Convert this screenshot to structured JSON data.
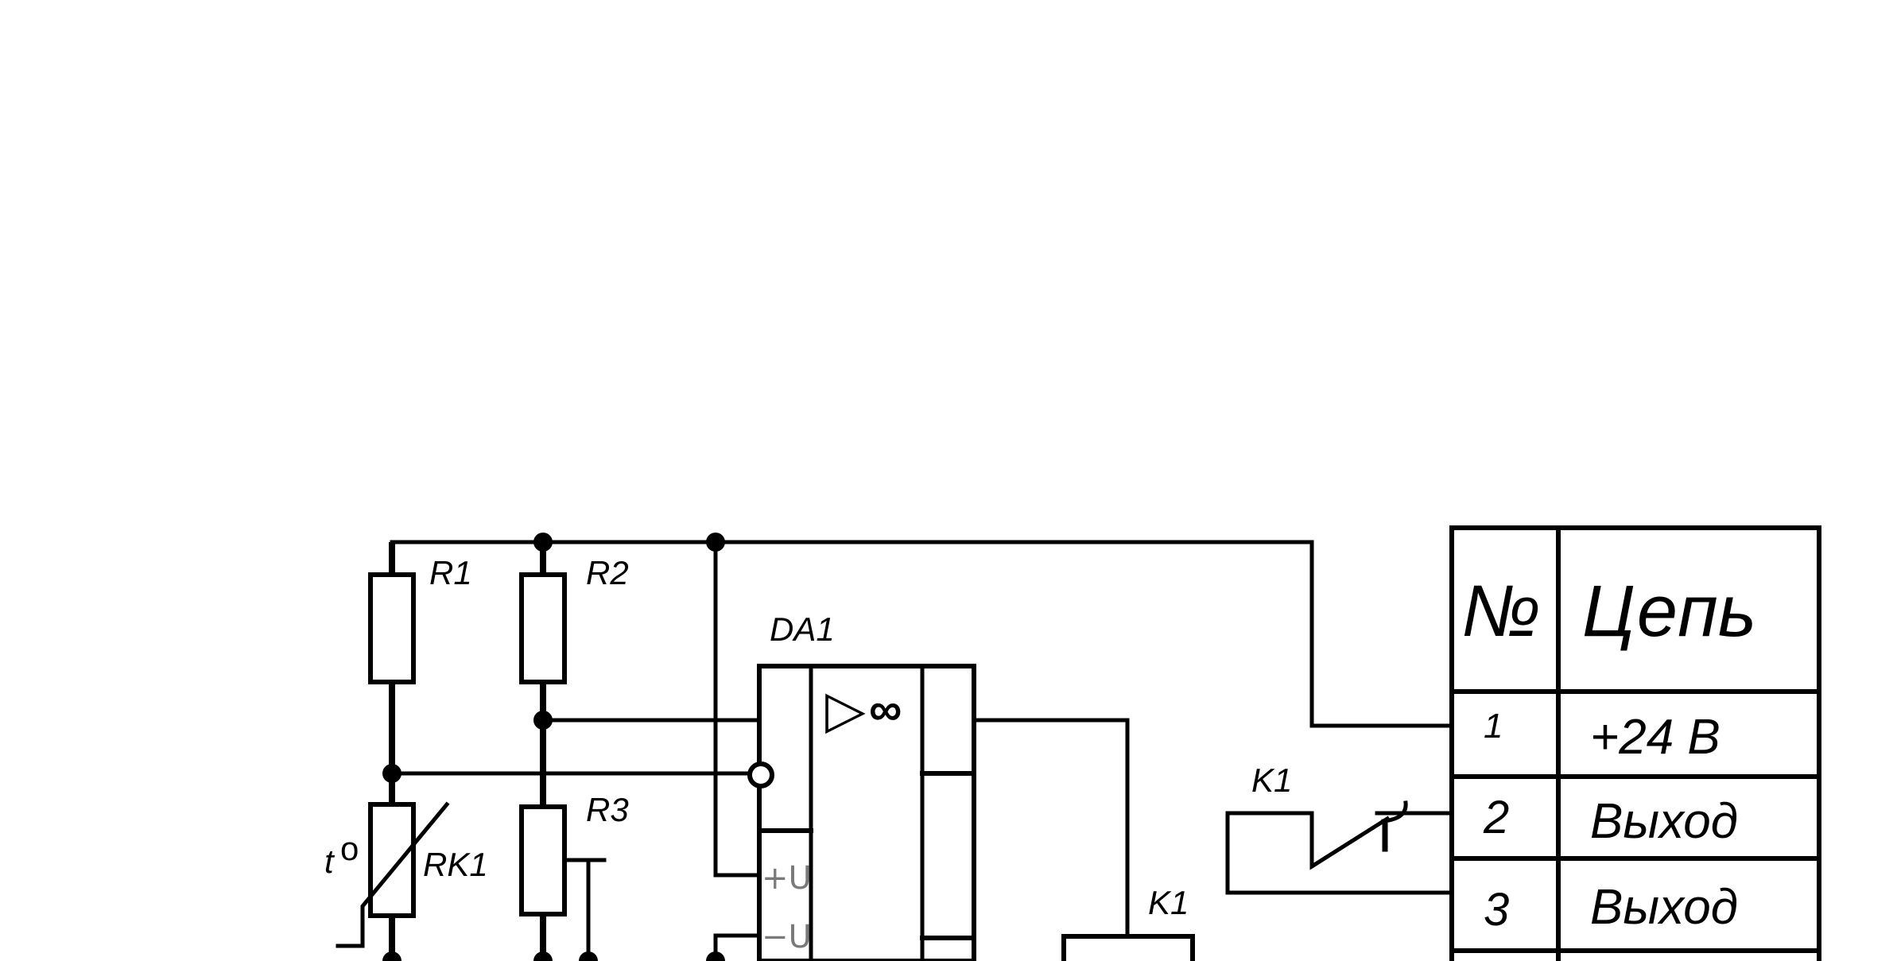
{
  "components": {
    "R1": "R1",
    "R2": "R2",
    "R3": "R3",
    "RK1": "RK1",
    "thermistor_mark": "t",
    "thermistor_degree": "o",
    "DA1": "DA1",
    "K1_coil": "K1",
    "K1_contact": "K1"
  },
  "opamp": {
    "symbol": "▷",
    "gain": "∞",
    "pin_plus_u": "+U",
    "pin_minus_u": "−U"
  },
  "connector_table": {
    "headers": {
      "number": "№",
      "circuit": "Цепь"
    },
    "rows": [
      {
        "number": "1",
        "circuit": "+24 В"
      },
      {
        "number": "2",
        "circuit": "Выход"
      },
      {
        "number": "3",
        "circuit": "Выход"
      }
    ]
  }
}
